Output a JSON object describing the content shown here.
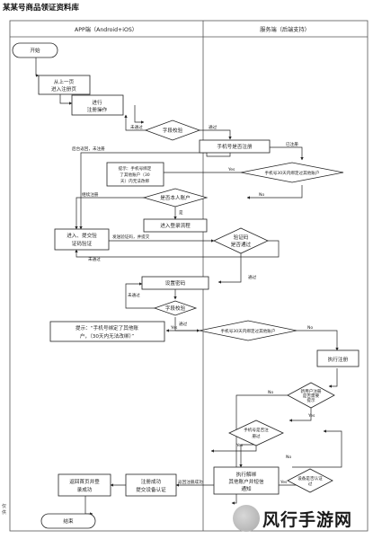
{
  "page_title": "某某号商品领证资料库",
  "lanes": {
    "left": "APP端（Android+iOS）",
    "right": "服务端（后端支持）"
  },
  "nodes": {
    "start": "开始",
    "enter_1": "从上一页",
    "enter_2": "进入注册页",
    "op_1": "进行",
    "op_2": "注册操作",
    "check_field": "字段校验",
    "check_phone": "手机号是否注册",
    "check_30d": "手机号30天内绑定过其他账户",
    "tip_1a": "提示：手机号绑定",
    "tip_1b": "了其他账户（30",
    "tip_1c": "天）内无法改绑",
    "self_account": "是否本人账户",
    "login_flow": "进入登录流程",
    "verify_1": "进入、提交验",
    "verify_2": "证码验证",
    "code_check_1": "验证码",
    "code_check_2": "是否通过",
    "set_pw": "设置密码",
    "check_field_2": "字段校验",
    "tip_2a": "提示：“手机号绑定了其他账",
    "tip_2b": "户，（30天内无法改绑）”",
    "check_30d_2": "手机号30天内绑定过其他账户",
    "do_register": "执行注册",
    "newuser_1": "新用户注册",
    "newuser_2": "是否需要",
    "newuser_3": "提示",
    "phone_chk_1": "手机号是否注",
    "phone_chk_2": "册过",
    "dev_chk_1": "设备是否认证",
    "dev_chk_2": "过",
    "unbind_1": "执行解绑",
    "unbind_2": "其他账户并短信",
    "unbind_3": "通知",
    "reg_ok_1": "注册成功",
    "reg_ok_2": "提交设备认证",
    "home_1": "返回首页并登",
    "home_2": "录成功",
    "end": "结束"
  },
  "edges": {
    "not_pass": "未通过",
    "pass": "通过",
    "registered": "已注册",
    "back_unreg": "后台返回，未注册",
    "yes": "Yes",
    "no": "No",
    "is_self": "是",
    "not_self": "继续注册",
    "code_sent": "发送验证码，并提交",
    "to_home": "返回注册成功"
  },
  "watermark": "风行手游网",
  "side_note": "仅供"
}
